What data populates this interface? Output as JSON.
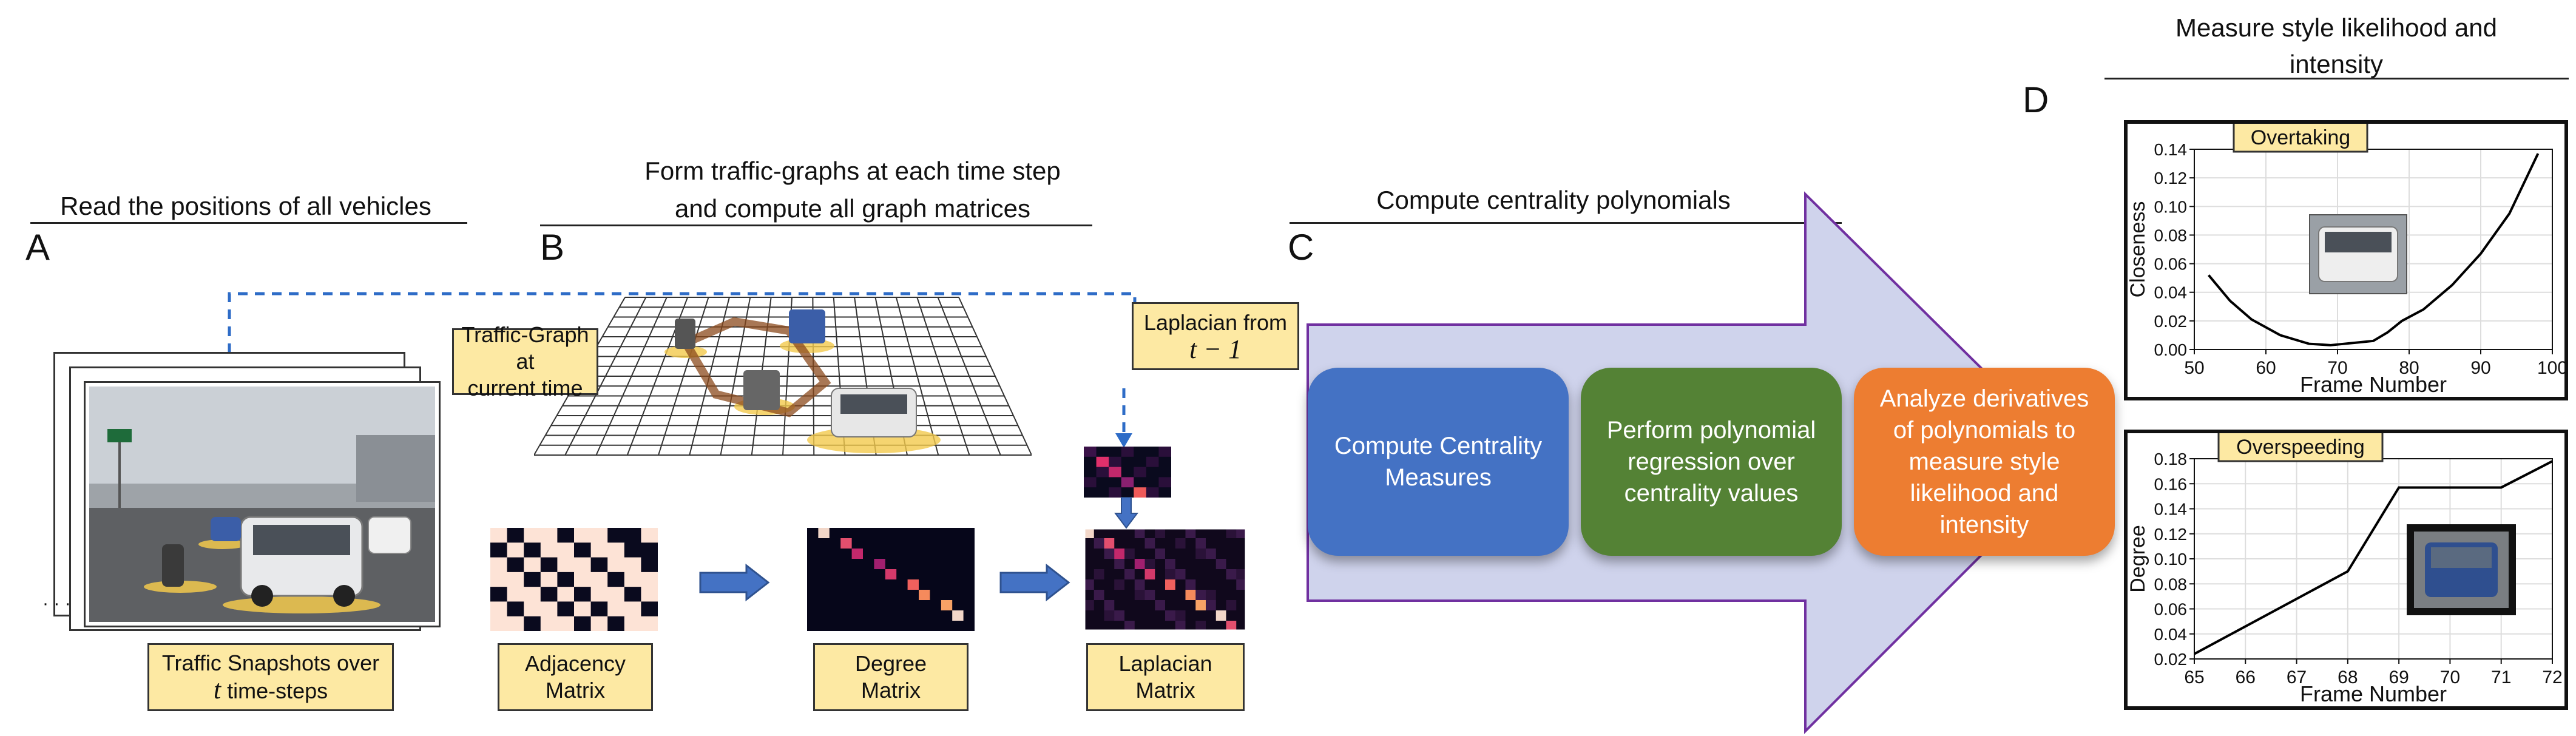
{
  "sections": {
    "A": {
      "letter": "A",
      "title": "Read the positions of all vehicles"
    },
    "B": {
      "letter": "B",
      "title_line1": "Form traffic-graphs at each time step",
      "title_line2": "and compute all graph matrices"
    },
    "C": {
      "letter": "C",
      "title": "Compute centrality polynomials"
    },
    "D": {
      "letter": "D",
      "title_line1": "Measure style likelihood and",
      "title_line2": "intensity"
    }
  },
  "labels": {
    "snapshots_line1": "Traffic Snapshots over",
    "snapshots_var": "t",
    "snapshots_line2": "time-steps",
    "traffic_graph_line1": "Traffic-Graph at",
    "traffic_graph_line2": "current time",
    "laplacian_from_line1": "Laplacian from",
    "laplacian_from_var": "t − 1",
    "adjacency_line1": "Adjacency",
    "adjacency_line2": "Matrix",
    "degree_line1": "Degree",
    "degree_line2": "Matrix",
    "laplacian_line1": "Laplacian",
    "laplacian_line2": "Matrix",
    "ellipsis": "· · ·"
  },
  "process_boxes": [
    {
      "text": "Compute Centrality Measures",
      "color": "#4472c4"
    },
    {
      "text": "Perform polynomial regression over centrality values",
      "color": "#548235"
    },
    {
      "text": "Analyze derivatives of polynomials to measure style likelihood and intensity",
      "color": "#ed7d31"
    }
  ],
  "colors": {
    "arrow_fill": "#cfd3ec",
    "arrow_stroke": "#7030a0",
    "label_fill": "#fde9a3",
    "dashed_line": "#2e6cc7",
    "matrix_arrow": "#4472c4"
  },
  "chart_data": [
    {
      "type": "line",
      "badge": "Overtaking",
      "xlabel": "Frame Number",
      "ylabel": "Closeness",
      "xlim": [
        50,
        100
      ],
      "ylim": [
        0,
        0.14
      ],
      "xticks": [
        50,
        60,
        70,
        80,
        90,
        100
      ],
      "yticks": [
        0.0,
        0.02,
        0.04,
        0.06,
        0.08,
        0.1,
        0.12,
        0.14
      ],
      "x": [
        52,
        55,
        58,
        62,
        66,
        69,
        71,
        73,
        75,
        77,
        79,
        82,
        86,
        90,
        94,
        98
      ],
      "y": [
        0.052,
        0.034,
        0.021,
        0.01,
        0.004,
        0.003,
        0.004,
        0.005,
        0.006,
        0.012,
        0.02,
        0.028,
        0.045,
        0.067,
        0.095,
        0.137
      ],
      "grid": true
    },
    {
      "type": "line",
      "badge": "Overspeeding",
      "xlabel": "Frame Number",
      "ylabel": "Degree",
      "xlim": [
        65,
        72
      ],
      "ylim": [
        0.02,
        0.18
      ],
      "xticks": [
        65,
        66,
        67,
        68,
        69,
        70,
        71,
        72
      ],
      "yticks": [
        0.02,
        0.04,
        0.06,
        0.08,
        0.1,
        0.12,
        0.14,
        0.16,
        0.18
      ],
      "x": [
        65,
        66,
        67,
        68,
        69,
        70,
        71,
        72
      ],
      "y": [
        0.024,
        0.046,
        0.068,
        0.09,
        0.157,
        0.157,
        0.157,
        0.178
      ],
      "grid": true
    }
  ]
}
